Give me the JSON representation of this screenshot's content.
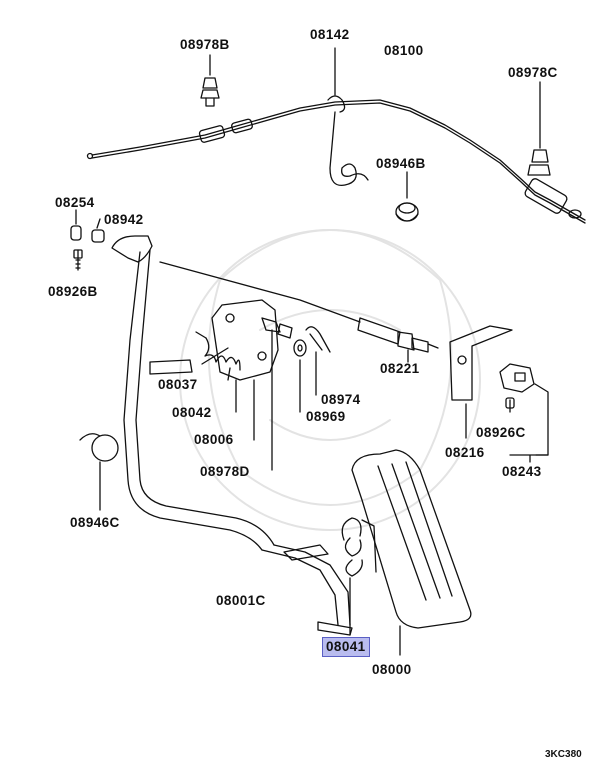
{
  "labels": {
    "p08978B": "08978B",
    "p08142": "08142",
    "p08100": "08100",
    "p08978C": "08978C",
    "p08946B": "08946B",
    "p08254": "08254",
    "p08942": "08942",
    "p08926B": "08926B",
    "p08037": "08037",
    "p08042": "08042",
    "p08006": "08006",
    "p08978D": "08978D",
    "p08974": "08974",
    "p08969": "08969",
    "p08221": "08221",
    "p08216": "08216",
    "p08926C": "08926C",
    "p08243": "08243",
    "p08946C": "08946C",
    "p08001C": "08001C",
    "p08041": "08041",
    "p08000": "08000"
  },
  "diagram_code": "3KC380",
  "highlight_color": "#b9bcef",
  "line_color": "#111111"
}
